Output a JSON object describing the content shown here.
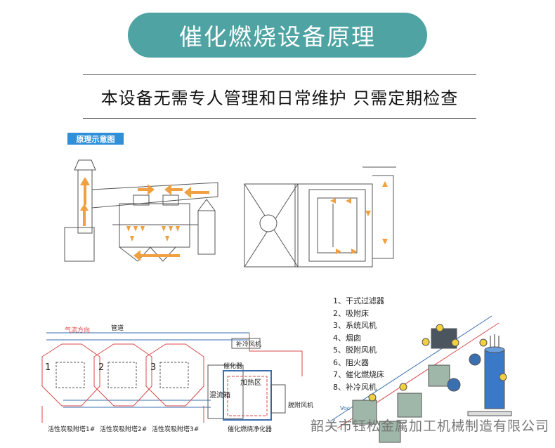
{
  "header": {
    "title": "催化燃烧设备原理",
    "subtitle": "本设备无需专人管理和日常维护 只需定期检查",
    "tag": "原理示意图"
  },
  "diagram_bottom_left": {
    "flow_label": "气流方向",
    "pipe_label": "管道",
    "tower_numbers": [
      "1",
      "2",
      "3"
    ],
    "tower_labels": [
      "活性炭吸附塔1#",
      "活性炭吸附塔2#",
      "活性炭吸附塔3#"
    ],
    "mixing_box": "混流箱",
    "heating_zone": "加热区",
    "catalyst": "催化器",
    "cooling_fan": "补冷风机",
    "exhaust_fan": "脱附风机",
    "unit_label": "催化燃烧净化器",
    "voc": "Voc"
  },
  "legend": {
    "items": [
      "1、干式过滤器",
      "2、吸附床",
      "3、系统风机",
      "4、烟囱",
      "5、脱附风机",
      "6、阻火器",
      "7、催化燃烧床",
      "8、补冷风机"
    ]
  },
  "footer": {
    "company": "韶关市钰松金属加工机械制造有限公司"
  },
  "colors": {
    "accent": "#4fa3a3",
    "tag_blue": "#2f8fd8",
    "arrow_orange": "#f0a040",
    "tower_red": "#d94a4a",
    "line_blue": "#3a6fb0"
  }
}
